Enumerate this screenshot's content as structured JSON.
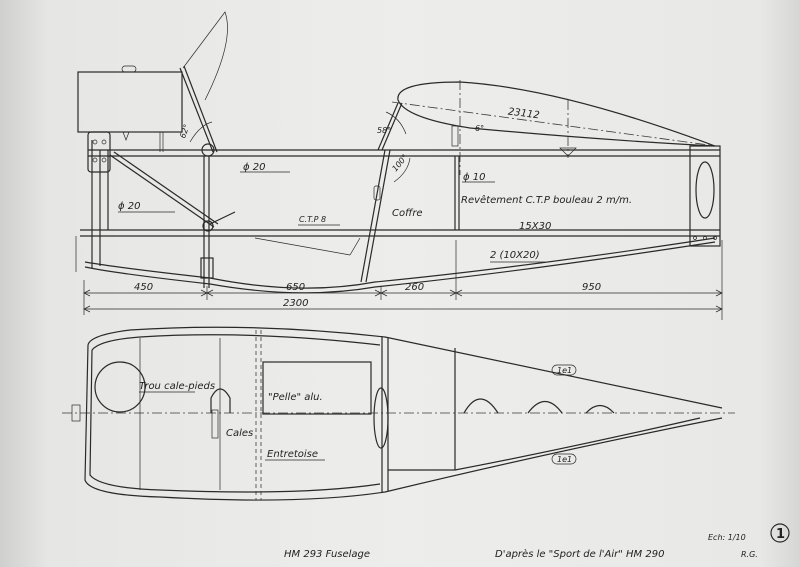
{
  "side_view": {
    "labels": {
      "tube_dia_upper": "ϕ 20",
      "tube_dia_lower": "ϕ 20",
      "ctp": "C.T.P 8",
      "coffre": "Coffre",
      "tube_dia_rear": "ϕ 10",
      "covering": "Revêtement C.T.P bouleau 2 m/m.",
      "longeron": "15X30",
      "keel": "2 (10X20)",
      "wing_chord": "23112",
      "angle_incidence": "6°",
      "angle_strut": "58°",
      "angle_bulkhead": "100°",
      "angle_windshield": "62°"
    },
    "dimensions": [
      "450",
      "650",
      "260",
      "950"
    ],
    "total_length": "2300"
  },
  "top_view": {
    "labels": {
      "foot_hole": "Trou cale-pieds",
      "shovel": "\"Pelle\" alu.",
      "shims": "Cales",
      "spacer": "Entretoise",
      "marker_top": "1e1",
      "marker_bottom": "1e1"
    }
  },
  "title_block": {
    "title": "HM 293  Fuselage",
    "source": "D'après le \"Sport de l'Air\" HM 290",
    "scale": "Ech: 1/10",
    "author": "R.G.",
    "sheet_number": "1"
  }
}
